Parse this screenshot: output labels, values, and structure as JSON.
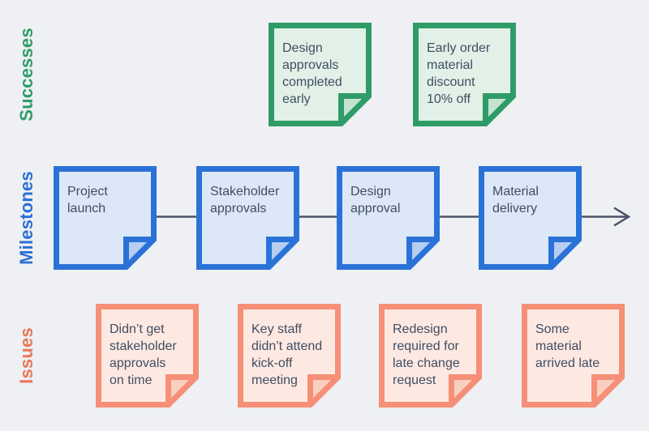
{
  "palette": {
    "background": "#eef0f3",
    "success_accent": "#2f9c68",
    "success_fill": "#e1f1e7",
    "success_fold": "#c5e3d1",
    "milestone_accent": "#2b72d8",
    "milestone_label": "#2b70d6",
    "milestone_fill": "#dce8f8",
    "milestone_fold": "#b6cef1",
    "issue_border": "#f68f77",
    "issue_label": "#e8765a",
    "issue_fill": "#fde9e2",
    "issue_fold": "#f9cfc0",
    "note_text": "#404d63",
    "arrow": "#4a5468"
  },
  "successes": {
    "label": "Successes",
    "notes": [
      {
        "text": "Design\napprovals\ncompleted\nearly"
      },
      {
        "text": "Early order\nmaterial\ndiscount\n10% off"
      }
    ]
  },
  "milestones": {
    "label": "Milestones",
    "notes": [
      {
        "text": "Project\nlaunch"
      },
      {
        "text": "Stakeholder\napprovals"
      },
      {
        "text": "Design\napproval"
      },
      {
        "text": "Material\ndelivery"
      }
    ]
  },
  "issues": {
    "label": "Issues",
    "notes": [
      {
        "text": "Didn’t get\nstakeholder\napprovals\non time"
      },
      {
        "text": "Key staff\ndidn’t attend\nkick-off\nmeeting"
      },
      {
        "text": "Redesign\nrequired for\nlate change\nrequest"
      },
      {
        "text": "Some\nmaterial\narrived late"
      }
    ]
  }
}
